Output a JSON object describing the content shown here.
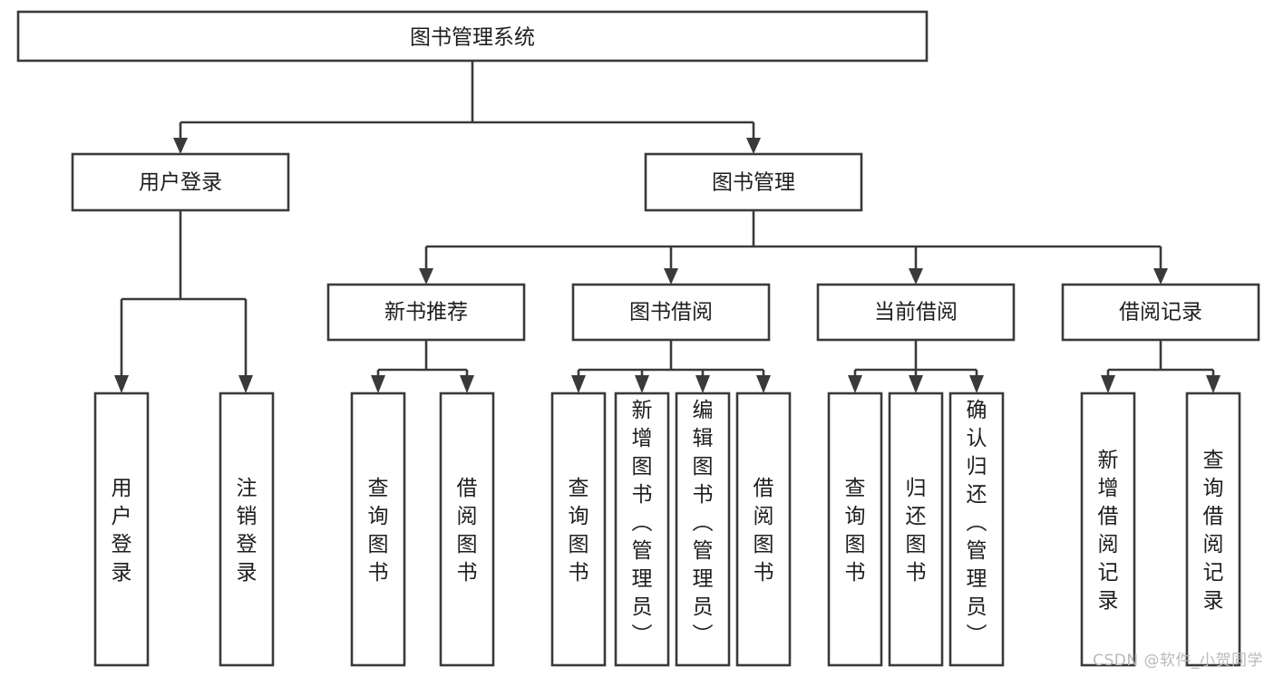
{
  "diagram": {
    "title": "图书管理系统",
    "type": "tree-hierarchy-chart",
    "colors": {
      "box_stroke": "#3a3a3a",
      "box_fill": "#ffffff",
      "text": "#1d1d1d",
      "connector": "#3a3a3a",
      "background": "#ffffff",
      "watermark": "#b9b9b9"
    },
    "root": {
      "label": "图书管理系统"
    },
    "level1": [
      {
        "label": "用户登录"
      },
      {
        "label": "图书管理"
      }
    ],
    "level2": [
      {
        "label": "新书推荐"
      },
      {
        "label": "图书借阅"
      },
      {
        "label": "当前借阅"
      },
      {
        "label": "借阅记录"
      }
    ],
    "leaves": {
      "user_login": [
        {
          "label": "用户登录"
        },
        {
          "label": "注销登录"
        }
      ],
      "new_book_recommend": [
        {
          "label": "查询图书"
        },
        {
          "label": "借阅图书"
        }
      ],
      "book_borrow": [
        {
          "label": "查询图书"
        },
        {
          "label": "新增图书（管理员）"
        },
        {
          "label": "编辑图书（管理员）"
        },
        {
          "label": "借阅图书"
        }
      ],
      "current_borrow": [
        {
          "label": "查询图书"
        },
        {
          "label": "归还图书"
        },
        {
          "label": "确认归还（管理员）"
        }
      ],
      "borrow_record": [
        {
          "label": "新增借阅记录"
        },
        {
          "label": "查询借阅记录"
        }
      ]
    }
  },
  "watermark": {
    "text": "CSDN @软件_小贺同学"
  }
}
